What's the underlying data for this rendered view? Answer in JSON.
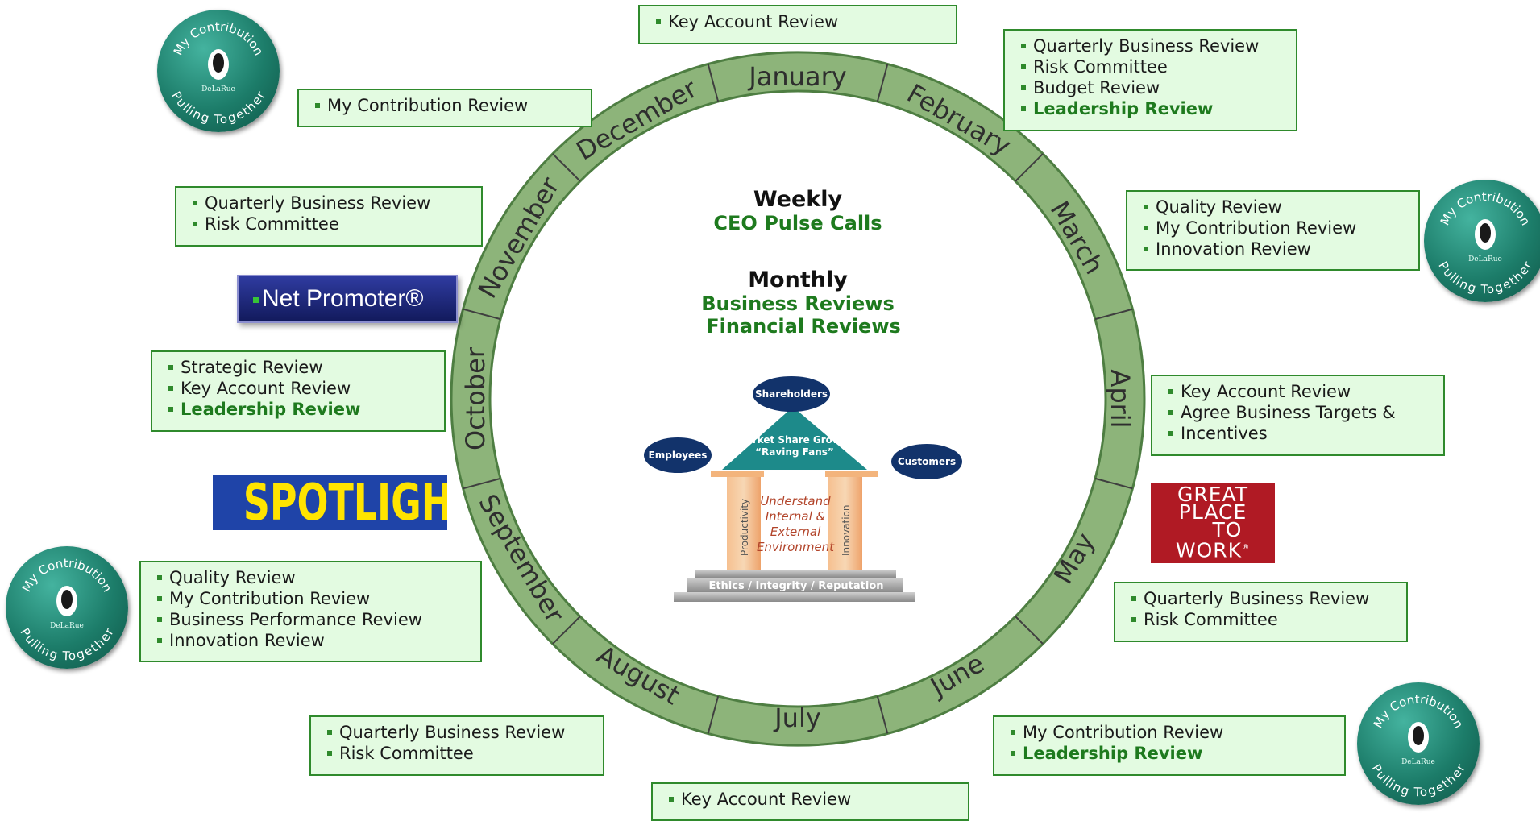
{
  "months": [
    "January",
    "February",
    "March",
    "April",
    "May",
    "June",
    "July",
    "August",
    "September",
    "October",
    "November",
    "December"
  ],
  "center": {
    "weekly": {
      "title": "Weekly",
      "items": [
        "CEO Pulse Calls"
      ]
    },
    "monthly": {
      "title": "Monthly",
      "items": [
        "Business Reviews",
        "Financial Reviews"
      ]
    }
  },
  "house": {
    "top": "Shareholders",
    "left": "Employees",
    "right": "Customers",
    "roof": [
      "Market Share Growth",
      "“Raving Fans”"
    ],
    "pillar_left": "Productivity",
    "pillar_right": "Innovation",
    "middle": [
      "Understand",
      "Internal &",
      "External",
      "Environment"
    ],
    "base": "Ethics / Integrity / Reputation"
  },
  "boxes": {
    "january": [
      "Key Account Review"
    ],
    "february": [
      "Quarterly Business Review",
      "Risk Committee",
      "Budget Review",
      "Leadership Review"
    ],
    "march": [
      "Quality Review",
      "My Contribution Review",
      "Innovation Review"
    ],
    "april": [
      "Key Account Review",
      "Agree Business Targets &",
      "Incentives"
    ],
    "may": [
      "Quarterly Business Review",
      "Risk Committee"
    ],
    "june": [
      "My Contribution Review",
      "Leadership Review"
    ],
    "july": [
      "Key Account Review"
    ],
    "august": [
      "Quarterly Business Review",
      "Risk Committee"
    ],
    "september": [
      "Quality Review",
      "My Contribution Review",
      "Business Performance Review",
      "Innovation Review"
    ],
    "october": [
      "Strategic Review",
      "Key Account Review",
      "Leadership Review"
    ],
    "november": [
      "Quarterly Business Review",
      "Risk Committee"
    ],
    "december": [
      "My Contribution Review"
    ]
  },
  "logos": {
    "net_promoter": "Net Promoter®",
    "spotlight": "SPOTLIGHT",
    "gptw": [
      "GREAT",
      "PLACE",
      "TO",
      "WORK"
    ],
    "gptw_mark": "®"
  },
  "badge_text": {
    "top": "My Contribution",
    "bottom": "Pulling Together",
    "center": "DeLaRue"
  },
  "colors": {
    "ring": "#8db47a",
    "ring_border": "#4e7e42",
    "box_fill": "#e3fbe1",
    "box_border": "#2f8a2c",
    "accent_text": "#1e7a1e"
  }
}
